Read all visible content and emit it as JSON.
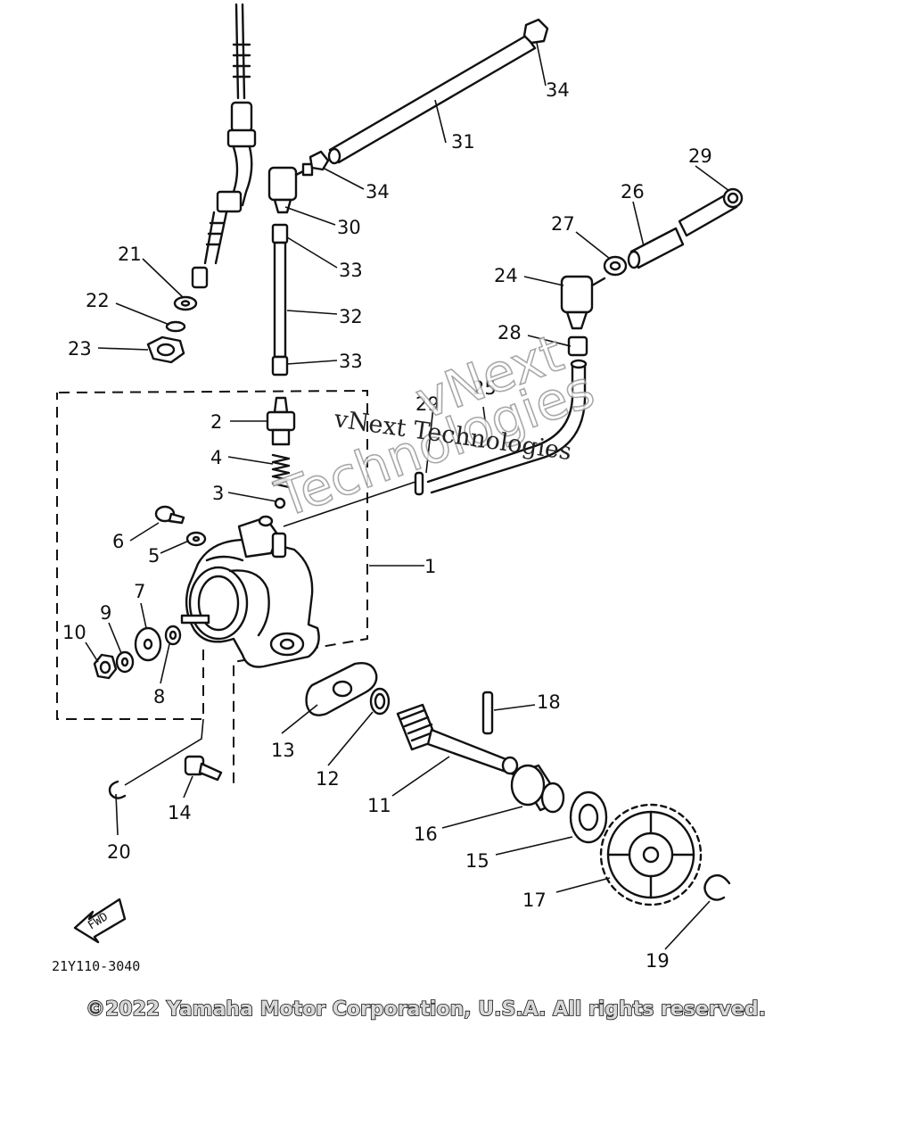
{
  "diagram": {
    "labels": [
      "1",
      "2",
      "3",
      "4",
      "5",
      "6",
      "7",
      "8",
      "9",
      "10",
      "11",
      "12",
      "13",
      "14",
      "15",
      "16",
      "17",
      "18",
      "19",
      "20",
      "21",
      "22",
      "23",
      "24",
      "25",
      "26",
      "27",
      "28",
      "29",
      "29",
      "30",
      "31",
      "32",
      "33",
      "33",
      "34",
      "34"
    ],
    "part_code": "21Y110-3040",
    "fwd_label": "FWD",
    "copyright": "©2022 Yamaha Motor Corporation, U.S.A. All rights reserved.",
    "watermark_large": [
      "vNext",
      "Technologies"
    ],
    "watermark_small": "vNext Technologies"
  }
}
